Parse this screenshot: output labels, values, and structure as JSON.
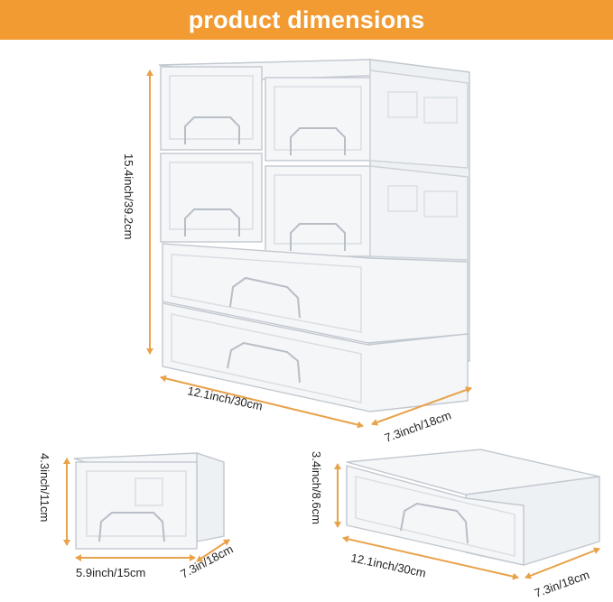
{
  "banner": {
    "title": "product dimensions",
    "color": "#f29b33",
    "text_color": "#ffffff"
  },
  "accent": {
    "arrow_color": "#e8a24a",
    "edge_color": "#c9ced4",
    "panel_color": "#f4f6f8"
  },
  "stack": {
    "height_label": "15.4inch/39.2cm",
    "width_label": "12.1inch/30cm",
    "depth_label": "7.3inch/18cm"
  },
  "small_drawer": {
    "height_label": "4.3inch/11cm",
    "width_label": "5.9inch/15cm",
    "depth_label": "7.3in/18cm"
  },
  "large_drawer": {
    "height_label": "3.4inch/8.6cm",
    "width_label": "12.1inch/30cm",
    "depth_label": "7.3in/18cm"
  },
  "icons": {
    "arrow": "double-arrow-icon"
  }
}
